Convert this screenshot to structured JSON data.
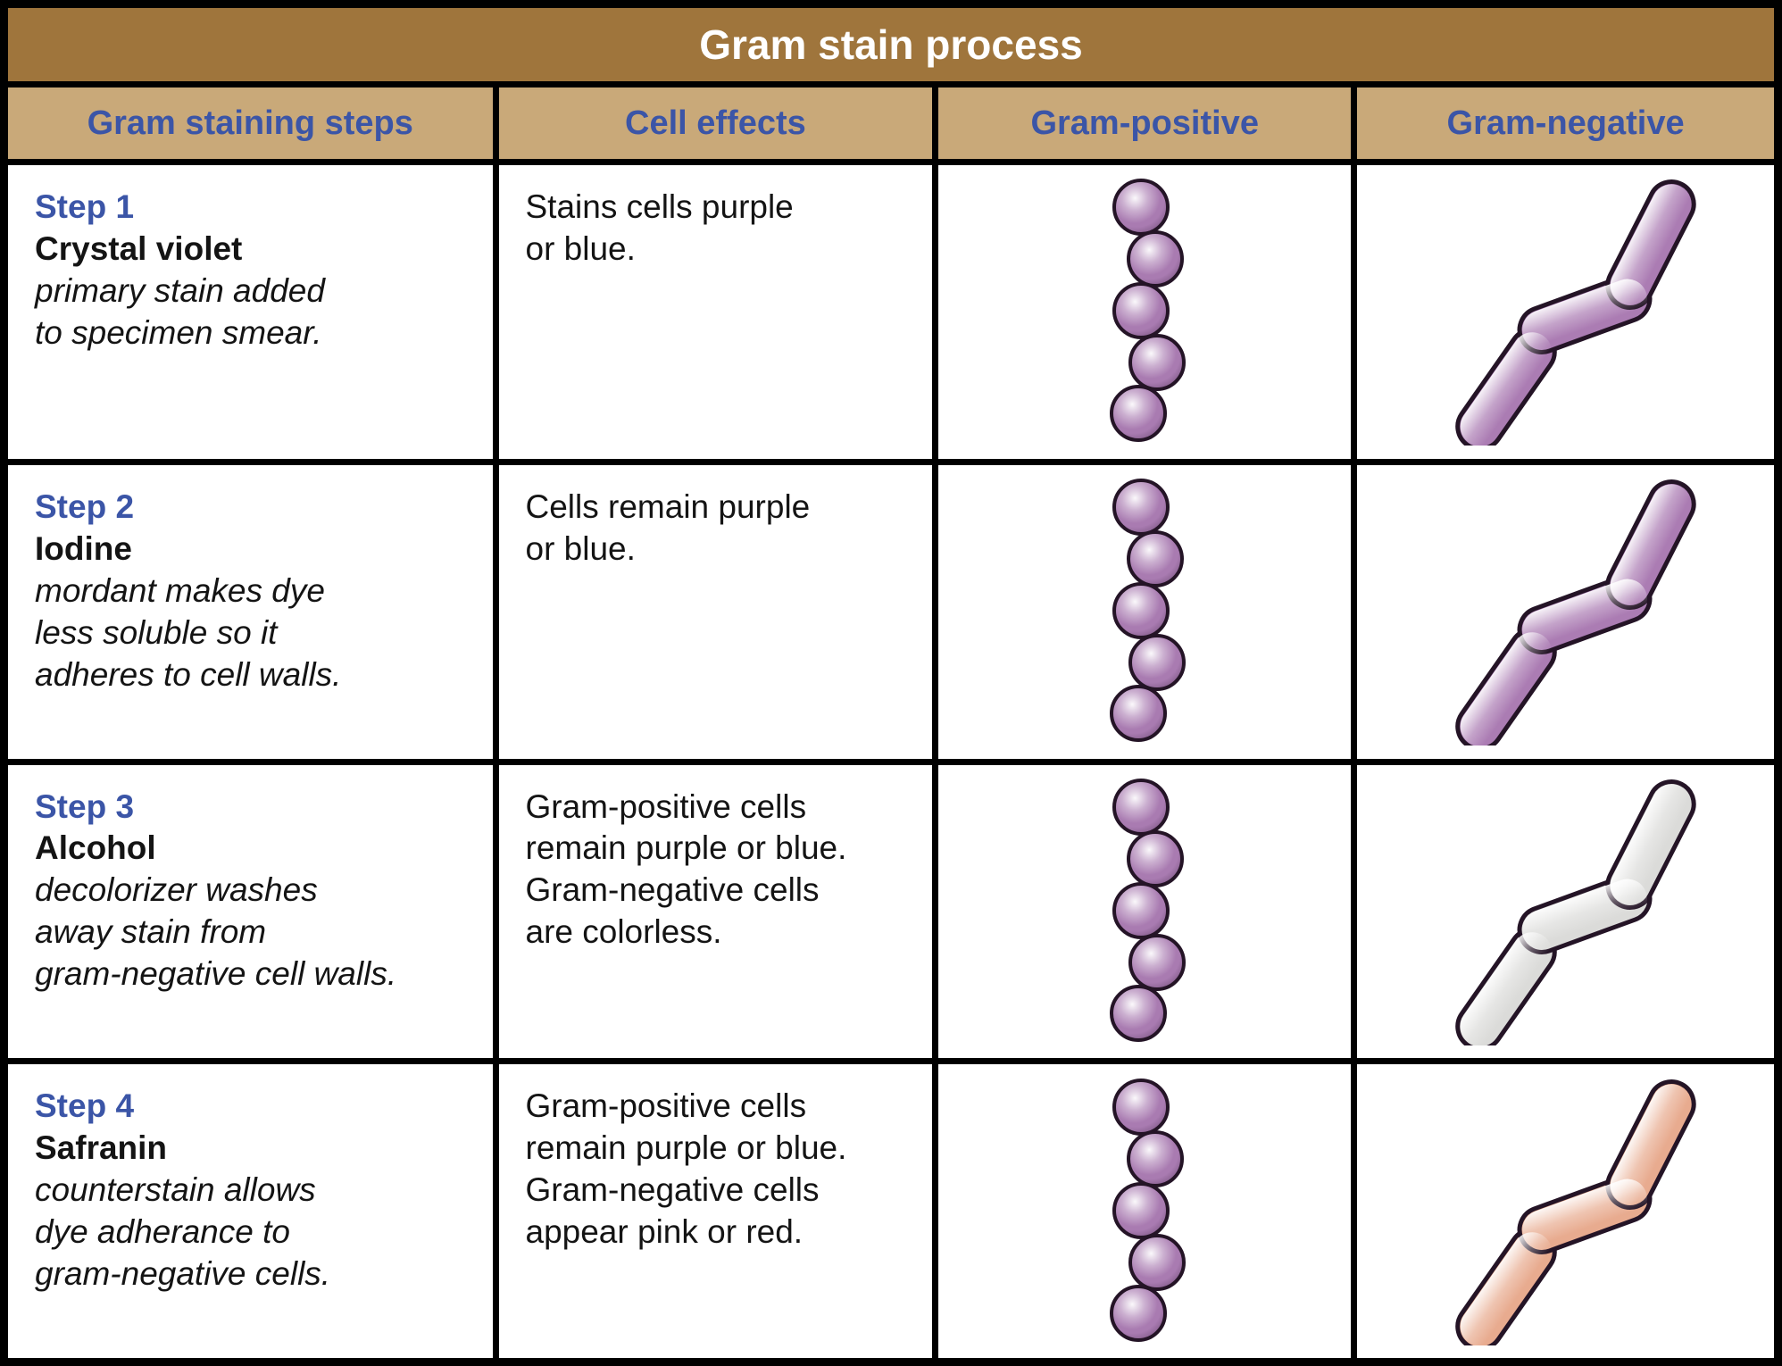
{
  "title": "Gram stain process",
  "colors": {
    "title_bar_bg": "#9f753c",
    "header_bg": "#c9a979",
    "header_text": "#3b55a7",
    "step_text": "#3b55a7",
    "body_text": "#141414",
    "grid_border": "#000000",
    "cell_outline": "#241426",
    "stain_purple": "#a97bb1",
    "colorless_gray": "#dbdbd9",
    "counterstain_pink": "#e8ab8f"
  },
  "columns": [
    {
      "label": "Gram staining steps"
    },
    {
      "label": "Cell effects"
    },
    {
      "label": "Gram-positive"
    },
    {
      "label": "Gram-negative"
    }
  ],
  "rows": [
    {
      "step": "Step 1",
      "reagent": "Crystal violet",
      "description": "primary stain added\nto specimen smear.",
      "cell_effects": "Stains cells purple\nor blue.",
      "gram_positive_shape": "cocci-chain",
      "gram_negative_shape": "bacilli-chain",
      "gram_positive_color": "#a97bb1",
      "gram_negative_color": "#ab7cb3"
    },
    {
      "step": "Step 2",
      "reagent": "Iodine",
      "description": "mordant makes dye\nless soluble so it\nadheres to cell walls.",
      "cell_effects": "Cells remain purple\nor blue.",
      "gram_positive_shape": "cocci-chain",
      "gram_negative_shape": "bacilli-chain",
      "gram_positive_color": "#a97bb1",
      "gram_negative_color": "#ab7cb3"
    },
    {
      "step": "Step 3",
      "reagent": "Alcohol",
      "description": "decolorizer washes\naway stain from\ngram-negative cell walls.",
      "cell_effects": "Gram-positive cells\nremain purple or blue.\nGram-negative cells\nare colorless.",
      "gram_positive_shape": "cocci-chain",
      "gram_negative_shape": "bacilli-chain",
      "gram_positive_color": "#a97bb1",
      "gram_negative_color": "#dbdbd9"
    },
    {
      "step": "Step 4",
      "reagent": "Safranin",
      "description": "counterstain allows\ndye adherance to\ngram-negative cells.",
      "cell_effects": "Gram-positive cells\nremain purple or blue.\nGram-negative cells\nappear pink or red.",
      "gram_positive_shape": "cocci-chain",
      "gram_negative_shape": "bacilli-chain",
      "gram_positive_color": "#a97bb1",
      "gram_negative_color": "#e8ab8f"
    }
  ]
}
